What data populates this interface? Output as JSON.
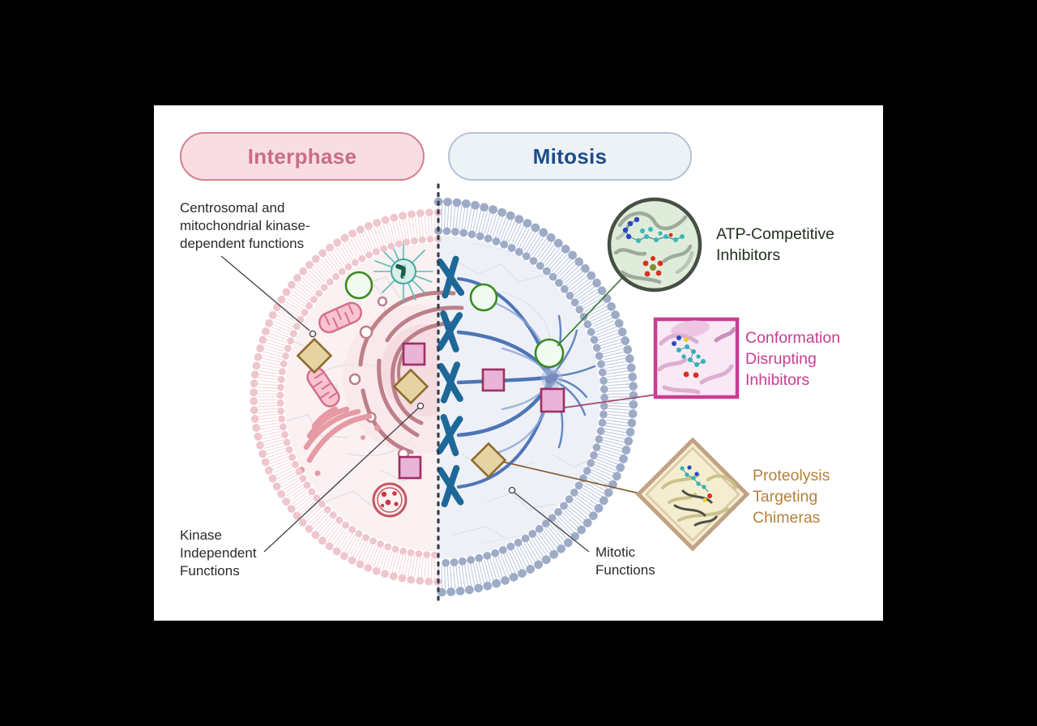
{
  "figure": {
    "background": "#000000",
    "canvas_background": "#ffffff",
    "type": "cell-biology-diagram"
  },
  "title_pills": {
    "interphase": {
      "label": "Interphase",
      "fill": "#f8dee3",
      "border": "#d6808e",
      "text_color": "#c96d86"
    },
    "mitosis": {
      "label": "Mitosis",
      "fill": "#edf2f7",
      "border": "#b4c4d7",
      "text_color": "#1d4d8a"
    }
  },
  "annotations": {
    "centrosomal": {
      "text": "Centrosomal and\nmitochondrial kinase-\ndependent functions",
      "color": "#2b2b2b"
    },
    "kinase_independent": {
      "text": "Kinase\nIndependent\nFunctions",
      "color": "#2b2b2b"
    },
    "mitotic_functions": {
      "text": "Mitotic\nFunctions",
      "color": "#2b2b2b"
    }
  },
  "inhibitor_classes": {
    "atp_competitive": {
      "label": "ATP-Competitive\nInhibitors",
      "text_color": "#22301f",
      "marker_shape": "green-circle",
      "marker_stroke": "#3a8a22",
      "marker_fill": "#f2fbef",
      "inset_border": "#454f44",
      "inset_fill": "#e0ecda"
    },
    "conformation_disrupting": {
      "label": "Conformation\nDisrupting\nInhibitors",
      "text_color": "#c93d92",
      "marker_shape": "pink-square",
      "marker_stroke": "#9e2f62",
      "marker_fill": "#e9b4d7",
      "inset_border": "#cb3d92",
      "inset_fill": "#f8e9f4"
    },
    "proteolysis_targeting": {
      "label": "Proteolysis\nTargeting\nChimeras",
      "text_color": "#b5813c",
      "marker_shape": "tan-diamond",
      "marker_stroke": "#8f6c2d",
      "marker_fill": "#e6d3a3",
      "inset_border": "#c2a284",
      "inset_fill": "#f4edd0"
    }
  },
  "cell": {
    "divider_color": "#3a3e45",
    "interphase_half": {
      "membrane_dots": "#eec6cc",
      "membrane_tails": "#f6dbdf",
      "cytoplasm": "#fbf0f2",
      "nucleus_fill": "#f4dce1",
      "organelle_stroke": "#d4708c",
      "er_stroke": "#bd7f88",
      "golgi_stroke": "#e59aa4",
      "aster_color": "#3fa89b",
      "lysosome_stroke": "#c8545f"
    },
    "mitosis_half": {
      "membrane_dots": "#9dabc6",
      "membrane_tails": "#c3cee3",
      "cytoplasm": "#edf1f7",
      "chromosome_color": "#1d6898",
      "spindle_color": "#4e75b6",
      "pole_color": "#8b9cc9"
    }
  }
}
